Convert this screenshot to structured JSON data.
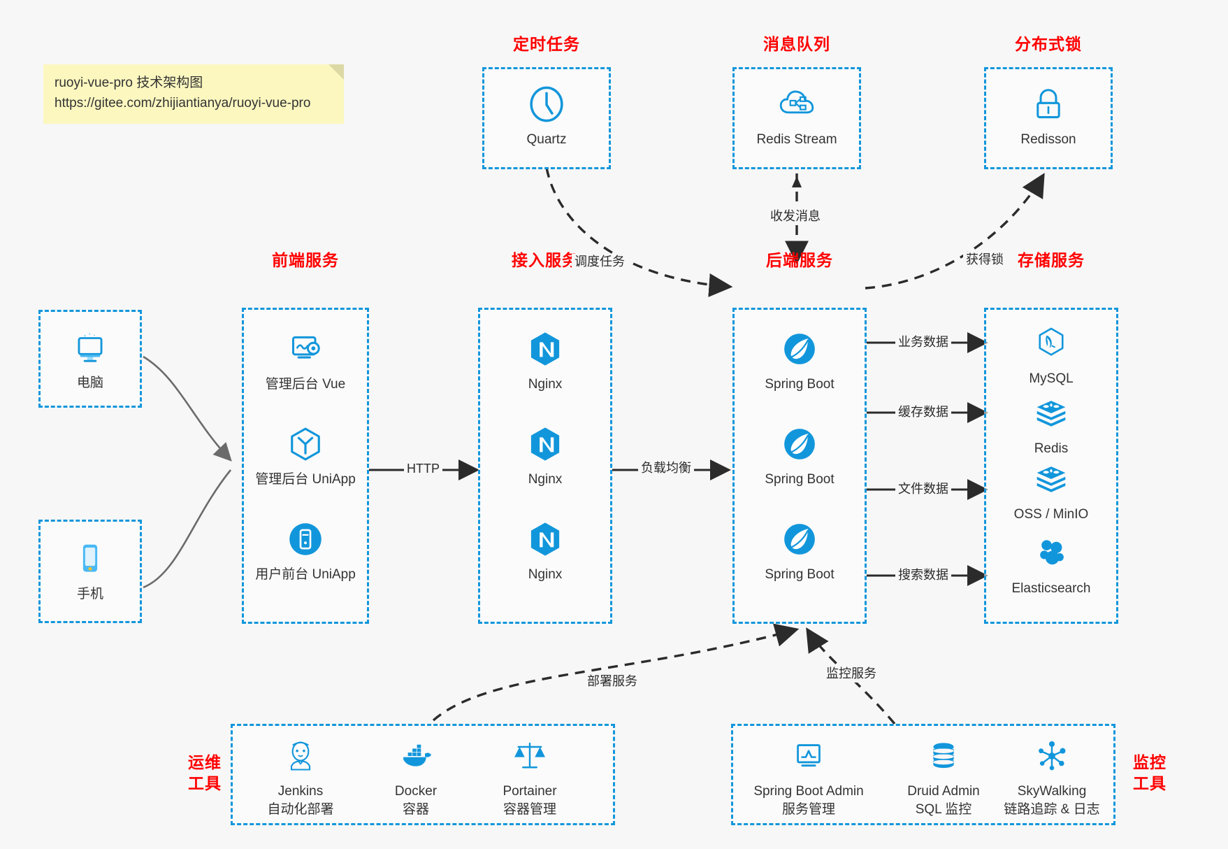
{
  "note": {
    "line1": "ruoyi-vue-pro 技术架构图",
    "line2": "https://gitee.com/zhijiantianya/ruoyi-vue-pro"
  },
  "colors": {
    "accent_blue": "#1296db",
    "title_red": "#ff0000",
    "background": "#f7f7f7",
    "note_yellow": "#fbf7bf",
    "arrow_black": "#2b2b2b"
  },
  "groups": {
    "scheduled_task": {
      "title": "定时任务",
      "nodes": [
        {
          "label": "Quartz",
          "icon": "clock-icon"
        }
      ]
    },
    "message_queue": {
      "title": "消息队列",
      "nodes": [
        {
          "label": "Redis Stream",
          "icon": "cloud-stream-icon"
        }
      ]
    },
    "distributed_lock": {
      "title": "分布式锁",
      "nodes": [
        {
          "label": "Redisson",
          "icon": "lock-icon"
        }
      ]
    },
    "clients": {
      "nodes": [
        {
          "label": "电脑",
          "icon": "desktop-icon"
        },
        {
          "label": "手机",
          "icon": "mobile-icon"
        }
      ]
    },
    "frontend": {
      "title": "前端服务",
      "nodes": [
        {
          "label": "管理后台 Vue",
          "icon": "dashboard-icon"
        },
        {
          "label": "管理后台 UniApp",
          "icon": "cube-icon"
        },
        {
          "label": "用户前台 UniApp",
          "icon": "app-icon"
        }
      ]
    },
    "gateway": {
      "title": "接入服务",
      "nodes": [
        {
          "label": "Nginx",
          "icon": "nginx-icon"
        },
        {
          "label": "Nginx",
          "icon": "nginx-icon"
        },
        {
          "label": "Nginx",
          "icon": "nginx-icon"
        }
      ]
    },
    "backend": {
      "title": "后端服务",
      "nodes": [
        {
          "label": "Spring Boot",
          "icon": "spring-boot-icon"
        },
        {
          "label": "Spring Boot",
          "icon": "spring-boot-icon"
        },
        {
          "label": "Spring Boot",
          "icon": "spring-boot-icon"
        }
      ]
    },
    "storage": {
      "title": "存储服务",
      "nodes": [
        {
          "label": "MySQL",
          "icon": "mysql-icon"
        },
        {
          "label": "Redis",
          "icon": "redis-icon"
        },
        {
          "label": "OSS / MinIO",
          "icon": "redis-icon"
        },
        {
          "label": "Elasticsearch",
          "icon": "elasticsearch-icon"
        }
      ]
    },
    "devops": {
      "title_line1": "运维",
      "title_line2": "工具",
      "nodes": [
        {
          "label": "Jenkins",
          "sublabel": "自动化部署",
          "icon": "jenkins-icon"
        },
        {
          "label": "Docker",
          "sublabel": "容器",
          "icon": "docker-icon"
        },
        {
          "label": "Portainer",
          "sublabel": "容器管理",
          "icon": "scales-icon"
        }
      ]
    },
    "monitor": {
      "title_line1": "监控",
      "title_line2": "工具",
      "nodes": [
        {
          "label": "Spring Boot Admin",
          "sublabel": "服务管理",
          "icon": "monitor-chart-icon"
        },
        {
          "label": "Druid Admin",
          "sublabel": "SQL 监控",
          "icon": "database-icon"
        },
        {
          "label": "SkyWalking",
          "sublabel": "链路追踪 & 日志",
          "icon": "skywalking-icon"
        }
      ]
    }
  },
  "edges": {
    "http": "HTTP",
    "load_balance": "负载均衡",
    "schedule_task": "调度任务",
    "send_receive_message": "收发消息",
    "acquire_lock": "获得锁",
    "business_data": "业务数据",
    "cache_data": "缓存数据",
    "file_data": "文件数据",
    "search_data": "搜索数据",
    "deploy_service": "部署服务",
    "monitor_service": "监控服务"
  }
}
